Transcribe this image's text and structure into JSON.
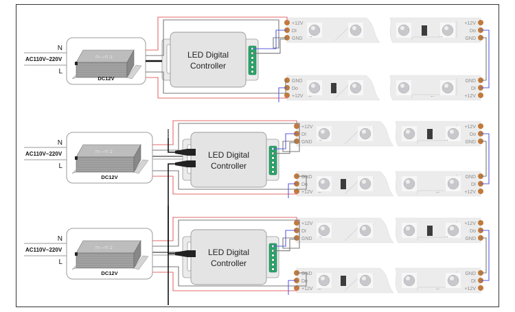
{
  "diagram": {
    "type": "wiring-diagram",
    "colors": {
      "positive_wire": "#e26a6a",
      "data_wire": "#5a5ae0",
      "ground_wire": "#777777",
      "pad": "#c07a3c",
      "controller_body": "#e4e4e4",
      "connector_green": "#2aa56a",
      "strip": "#ececec",
      "frame": "#333333"
    },
    "sections": [
      {
        "id": "top",
        "psu": {
          "input_label": "AC110V~220V",
          "n_label": "N",
          "l_label": "L",
          "output_label": "DC12V"
        },
        "controller": {
          "line1": "LED Digital",
          "line2": "Controller"
        },
        "strip_upper": {
          "left_pads": [
            "+12V",
            "DI",
            "GND"
          ],
          "right_pads": [
            "+12V",
            "Do",
            "GND"
          ]
        },
        "strip_lower": {
          "left_pads": [
            "GND",
            "Do",
            "+12V"
          ],
          "right_pads": [
            "GND",
            "DI",
            "+12V"
          ]
        }
      },
      {
        "id": "middle",
        "psu": {
          "input_label": "AC110V~220V",
          "n_label": "N",
          "l_label": "L",
          "output_label": "DC12V"
        },
        "controller": {
          "line1": "LED Digital",
          "line2": "Controller"
        },
        "strip_upper": {
          "left_pads": [
            "+12V",
            "DI",
            "GND"
          ],
          "right_pads": [
            "+12V",
            "Do",
            "GND"
          ]
        },
        "strip_lower": {
          "left_pads": [
            "GND",
            "Do",
            "+12V"
          ],
          "right_pads": [
            "GND",
            "DI",
            "+12V"
          ]
        }
      },
      {
        "id": "bottom",
        "psu": {
          "input_label": "AC110V~220V",
          "n_label": "N",
          "l_label": "L",
          "output_label": "DC12V"
        },
        "controller": {
          "line1": "LED Digital",
          "line2": "Controller"
        },
        "strip_upper": {
          "left_pads": [
            "+12V",
            "DI",
            "GND"
          ],
          "right_pads": [
            "+12V",
            "Do",
            "GND"
          ]
        },
        "strip_lower": {
          "left_pads": [
            "GND",
            "Do",
            "+12V"
          ],
          "right_pads": [
            "GND",
            "DI",
            "+12V"
          ]
        }
      }
    ]
  }
}
